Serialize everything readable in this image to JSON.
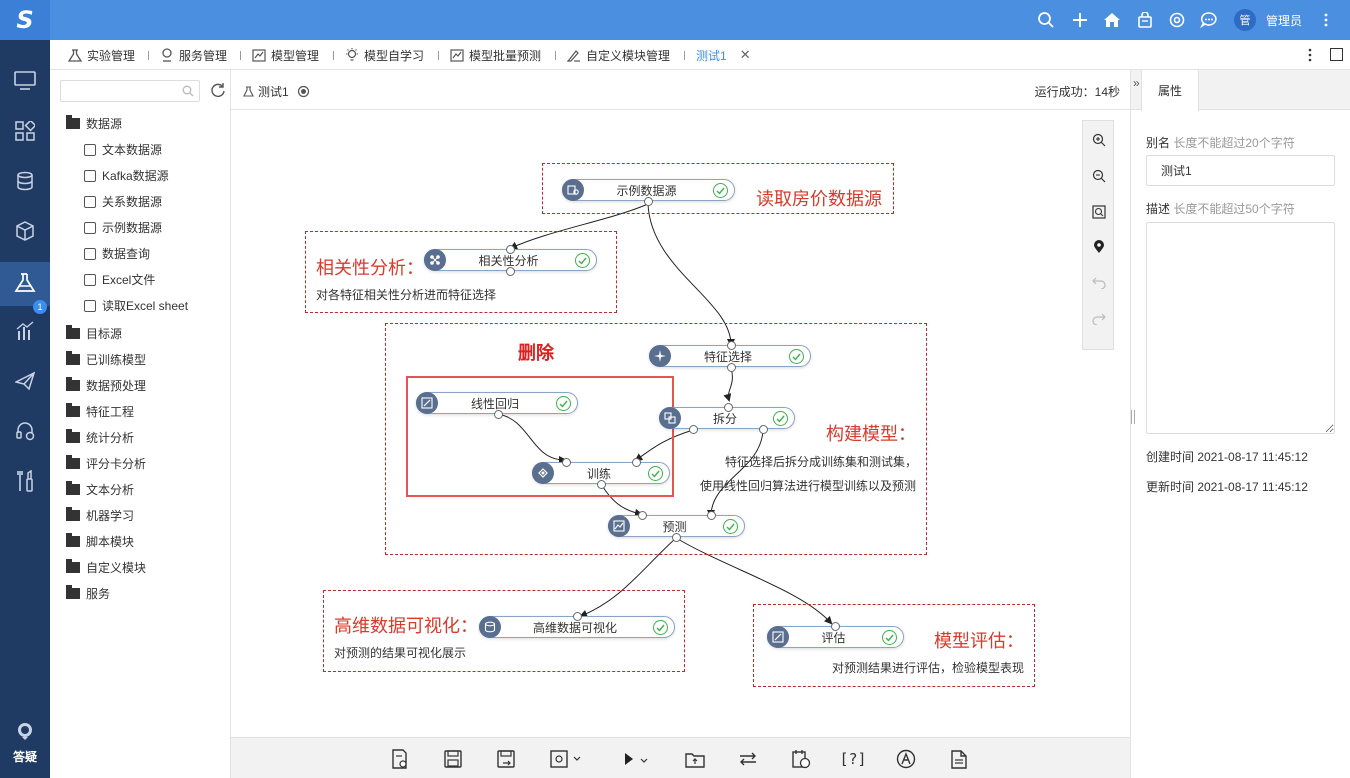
{
  "app": {
    "logo": "S",
    "username": "管理员",
    "avatar": "管"
  },
  "tabs": [
    {
      "label": "实验管理"
    },
    {
      "label": "服务管理"
    },
    {
      "label": "模型管理"
    },
    {
      "label": "模型自学习"
    },
    {
      "label": "模型批量预测"
    },
    {
      "label": "自定义模块管理"
    },
    {
      "label": "测试1"
    }
  ],
  "nav": {
    "badge": "1",
    "qa_label": "答疑"
  },
  "tree": {
    "search_placeholder": "",
    "items": [
      {
        "label": "数据源"
      },
      {
        "label": "文本数据源"
      },
      {
        "label": "Kafka数据源"
      },
      {
        "label": "关系数据源"
      },
      {
        "label": "示例数据源"
      },
      {
        "label": "数据查询"
      },
      {
        "label": "Excel文件"
      },
      {
        "label": "读取Excel sheet"
      },
      {
        "label": "目标源"
      },
      {
        "label": "已训练模型"
      },
      {
        "label": "数据预处理"
      },
      {
        "label": "特征工程"
      },
      {
        "label": "统计分析"
      },
      {
        "label": "评分卡分析"
      },
      {
        "label": "文本分析"
      },
      {
        "label": "机器学习"
      },
      {
        "label": "脚本模块"
      },
      {
        "label": "自定义模块"
      },
      {
        "label": "服务"
      }
    ]
  },
  "canvas": {
    "experiment_name": "测试1",
    "status": "运行成功：14秒",
    "nodes": {
      "example_ds": "示例数据源",
      "corr": "相关性分析",
      "feature_sel": "特征选择",
      "linreg": "线性回归",
      "split": "拆分",
      "train": "训练",
      "predict": "预测",
      "hdviz": "高维数据可视化",
      "evaluate": "评估"
    },
    "annotations": {
      "read": "读取房价数据源",
      "corr_title": "相关性分析：",
      "corr_desc": "对各特征相关性分析进而特征选择",
      "delete": "删除",
      "build_title": "构建模型：",
      "build_desc1": "特征选择后拆分成训练集和测试集，",
      "build_desc2": "使用线性回归算法进行模型训练以及预测",
      "hdviz_title": "高维数据可视化：",
      "hdviz_desc": "对预测的结果可视化展示",
      "eval_title": "模型评估：",
      "eval_desc": "对预测结果进行评估，检验模型表现"
    }
  },
  "props": {
    "tab": "属性",
    "alias_label": "别名",
    "alias_hint": "长度不能超过20个字符",
    "alias_value": "测试1",
    "desc_label": "描述",
    "desc_hint": "长度不能超过50个字符",
    "desc_value": "",
    "created": "创建时间 2021-08-17 11:45:12",
    "updated": "更新时间 2021-08-17 11:45:12"
  },
  "colors": {
    "topbar": "#4a8fe0",
    "nav": "#1f3a63",
    "accent": "#3c8ef0",
    "annotation": "#d93a2b",
    "success": "#3cb34a"
  }
}
